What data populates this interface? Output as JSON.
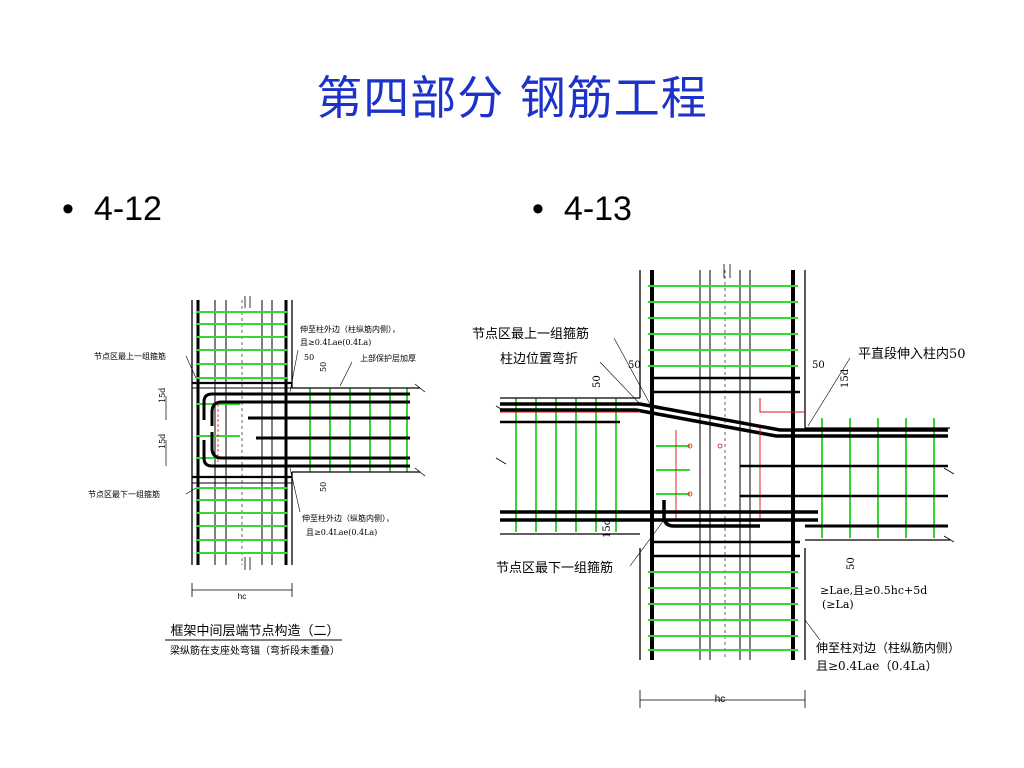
{
  "slide": {
    "title": "第四部分  钢筋工程"
  },
  "bullets": [
    {
      "symbol": "•",
      "label": "4-12"
    },
    {
      "symbol": "•",
      "label": "4-13"
    }
  ],
  "diagram_left": {
    "note_top_a": "伸至柱外边（柱纵筋内侧），",
    "note_top_b": "且≥0.4Lae(0.4La)",
    "label_top_stirrup": "节点区最上一组箍筋",
    "label_cover": "上部保护层加厚",
    "dim_50_a": "50",
    "dim_50_b": "50",
    "dim_50_c": "50",
    "dim_15d_a": "15d",
    "dim_15d_b": "15d",
    "label_bottom_stirrup": "节点区最下一组箍筋",
    "note_bottom_a": "伸至柱外边（纵筋内侧），",
    "note_bottom_b": "且≥0.4Lae(0.4La)",
    "dim_hc": "hc",
    "caption_title": "框架中间层端节点构造（二）",
    "caption_sub": "梁纵筋在支座处弯锚（弯折段未重叠）"
  },
  "diagram_right": {
    "label_top_stirrup": "节点区最上一组箍筋",
    "label_bend": "柱边位置弯折",
    "label_straight": "平直段伸入柱内50",
    "dim_50_a": "50",
    "dim_50_b": "50",
    "dim_50_c": "50",
    "dim_50_d": "50",
    "dim_15d_a": "15d",
    "dim_15d_b": "15d",
    "label_bottom_stirrup": "节点区最下一组箍筋",
    "note_lae_a": "≥Lae,且≥0.5hc+5d",
    "note_lae_b": "(≥La)",
    "note_opp_a": "伸至柱对边（柱纵筋内侧）",
    "note_opp_b": "且≥0.4Lae（0.4La）",
    "dim_hc": "hc"
  },
  "colors": {
    "title": "#1d32c8",
    "stirrup": "#35d635",
    "rebar": "#000000",
    "outline": "#000000",
    "red_line": "#e01010"
  }
}
